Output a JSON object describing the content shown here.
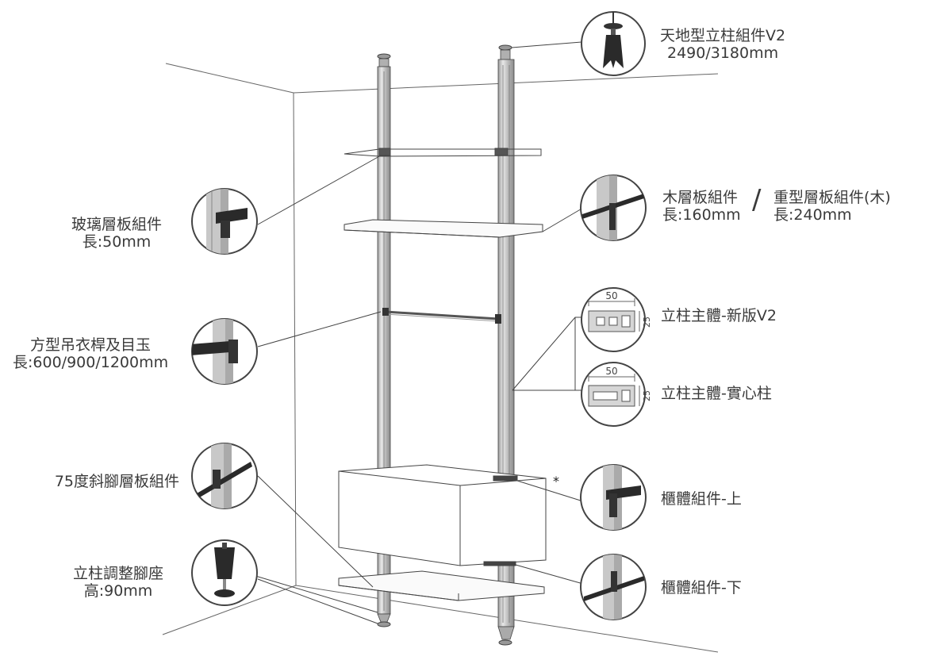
{
  "labels": {
    "floor_ceiling_kit": {
      "line1": "天地型立柱組件V2",
      "line2": "2490/3180mm"
    },
    "glass_shelf_kit": {
      "line1": "玻璃層板組件",
      "line2": "長:50mm"
    },
    "wood_shelf_kit": {
      "line1": "木層板組件",
      "line2": "長:160mm"
    },
    "heavy_shelf_kit": {
      "line1": "重型層板組件(木)",
      "line2": "長:240mm"
    },
    "separator": "/",
    "hanging_rod": {
      "line1": "方型吊衣桿及目玉",
      "line2": "長:600/900/1200mm"
    },
    "column_new": "立柱主體-新版V2",
    "column_solid": "立柱主體-實心柱",
    "slanted_shelf_kit": "75度斜腳層板組件",
    "cabinet_upper": "櫃體組件-上",
    "adjust_foot": {
      "line1": "立柱調整腳座",
      "line2": "高:90mm"
    },
    "cabinet_lower": "櫃體組件-下",
    "asterisk": "*"
  },
  "profile_dims": {
    "new_width": "50",
    "new_height": "25",
    "solid_width": "50",
    "solid_height": "25"
  },
  "colors": {
    "line": "#555555",
    "dark_part": "#2a2a2a",
    "metal": "#c8c8c8",
    "circle_border": "#444444"
  }
}
